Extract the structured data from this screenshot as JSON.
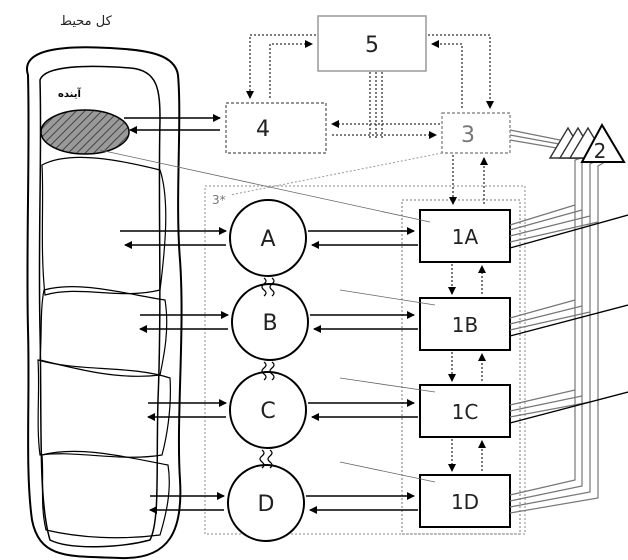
{
  "environment_label": "کل محیط",
  "future_label": "آینده",
  "box_5": "5",
  "box_4": "4",
  "box_3": "3",
  "box_3_star": "3*",
  "box_2": "2",
  "circles": [
    "A",
    "B",
    "C",
    "D"
  ],
  "boxes_1": [
    "1A",
    "1B",
    "1C",
    "1D"
  ]
}
